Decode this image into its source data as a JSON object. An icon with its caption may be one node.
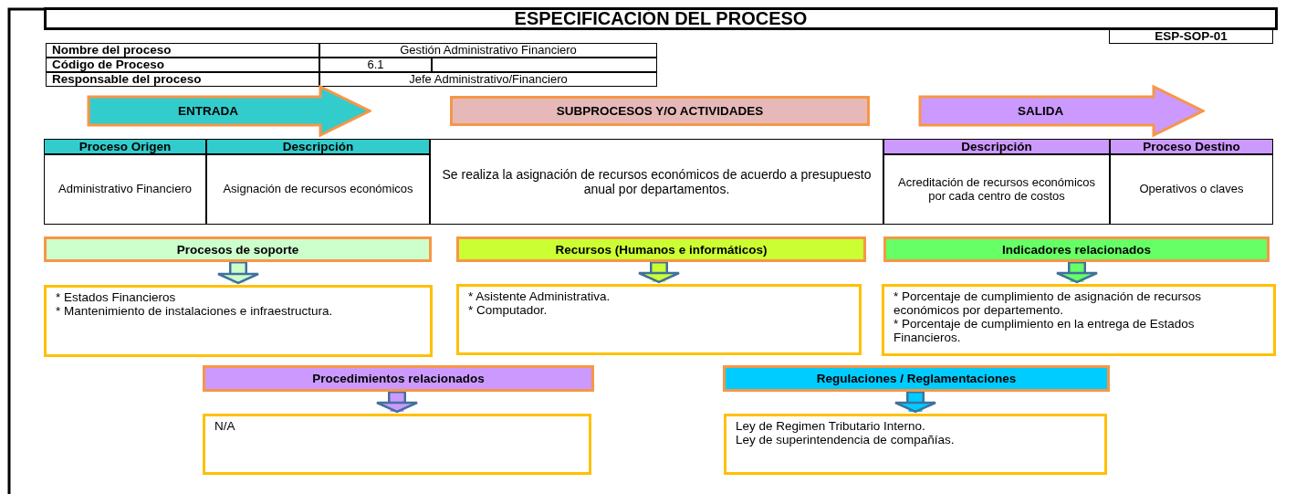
{
  "diagram": {
    "title": "ESPECIFICACIÓN DEL PROCESO",
    "nodes": [
      {
        "text": [
          "ENTRADA"
        ]
      },
      {
        "text": [
          "SUBPROCESOS Y/O ACTIVIDADES"
        ]
      },
      {
        "text": [
          "SALIDA"
        ]
      },
      {
        "text": [
          "Procesos de soporte"
        ]
      },
      {
        "text": [
          "Recursos (Humanos e informáticos)"
        ]
      },
      {
        "text": [
          "Indicadores relacionados"
        ]
      },
      {
        "text": [
          "* Estados Financieros",
          "* Mantenimiento de instalaciones e infraestructura."
        ]
      },
      {
        "text": [
          "* Asistente Administrativa.",
          "* Computador."
        ]
      },
      {
        "text": [
          "* Porcentaje de cumplimiento de asignación de recursos económicos por departemento.",
          "* Porcentaje de cumplimiento en la entrega de Estados Financieros."
        ]
      },
      {
        "text": [
          "Procedimientos relacionados"
        ]
      },
      {
        "text": [
          "Regulaciones / Reglamentaciones"
        ]
      },
      {
        "text": [
          "N/A"
        ]
      },
      {
        "text": [
          "Ley de Regimen Tributario Interno.",
          "Ley de superintendencia de compañías."
        ]
      }
    ],
    "edges": [
      {
        "from": 3,
        "to": 6,
        "arrow": "to",
        "color": "#ccffcc"
      },
      {
        "from": 4,
        "to": 7,
        "arrow": "to",
        "color": "#ccff33"
      },
      {
        "from": 5,
        "to": 8,
        "arrow": "to",
        "color": "#66ff66"
      },
      {
        "from": 9,
        "to": 11,
        "arrow": "to",
        "color": "#cc99ff"
      },
      {
        "from": 10,
        "to": 12,
        "arrow": "to",
        "color": "#00ccff"
      }
    ],
    "labels": [
      "ESP-SOP-01",
      "Nombre del proceso",
      "Gestión Administrativo Financiero",
      "Código de Proceso",
      "6.1",
      "Responsable del proceso",
      "Jefe Administrativo/Financiero",
      "Proceso Origen",
      "Descripción",
      "Descripción",
      "Proceso Destino",
      "Administrativo Financiero",
      "Asignación de recursos económicos",
      "Se realiza la asignación de recursos económicos de acuerdo a presupuesto anual por departamentos.",
      "Acreditación de recursos económicos por cada centro de costos",
      "Operativos o claves"
    ]
  }
}
